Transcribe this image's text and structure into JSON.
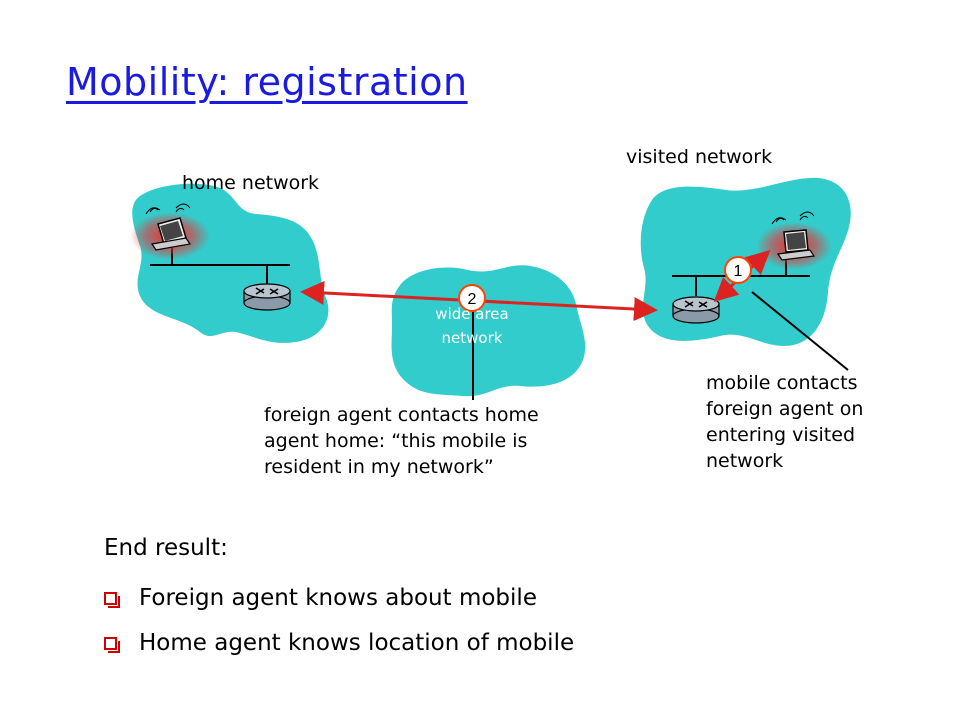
{
  "title": "Mobility: registration",
  "diagram": {
    "home_network_label": "home network",
    "visited_network_label": "visited network",
    "wide_area_line1": "wide area",
    "wide_area_line2": "network",
    "step1": "1",
    "step2": "2",
    "note_foreign": [
      "foreign agent contacts home",
      "agent home: “this mobile is",
      "resident in my network”"
    ],
    "note_mobile": [
      "mobile contacts",
      "foreign agent on",
      "entering visited",
      "network"
    ],
    "colors": {
      "cloud": "#33cccc",
      "arrow": "#dd2222",
      "title": "#1a1ae0"
    }
  },
  "summary": {
    "heading": "End result:",
    "bullets": [
      "Foreign agent knows about mobile",
      "Home agent knows location of mobile"
    ]
  }
}
